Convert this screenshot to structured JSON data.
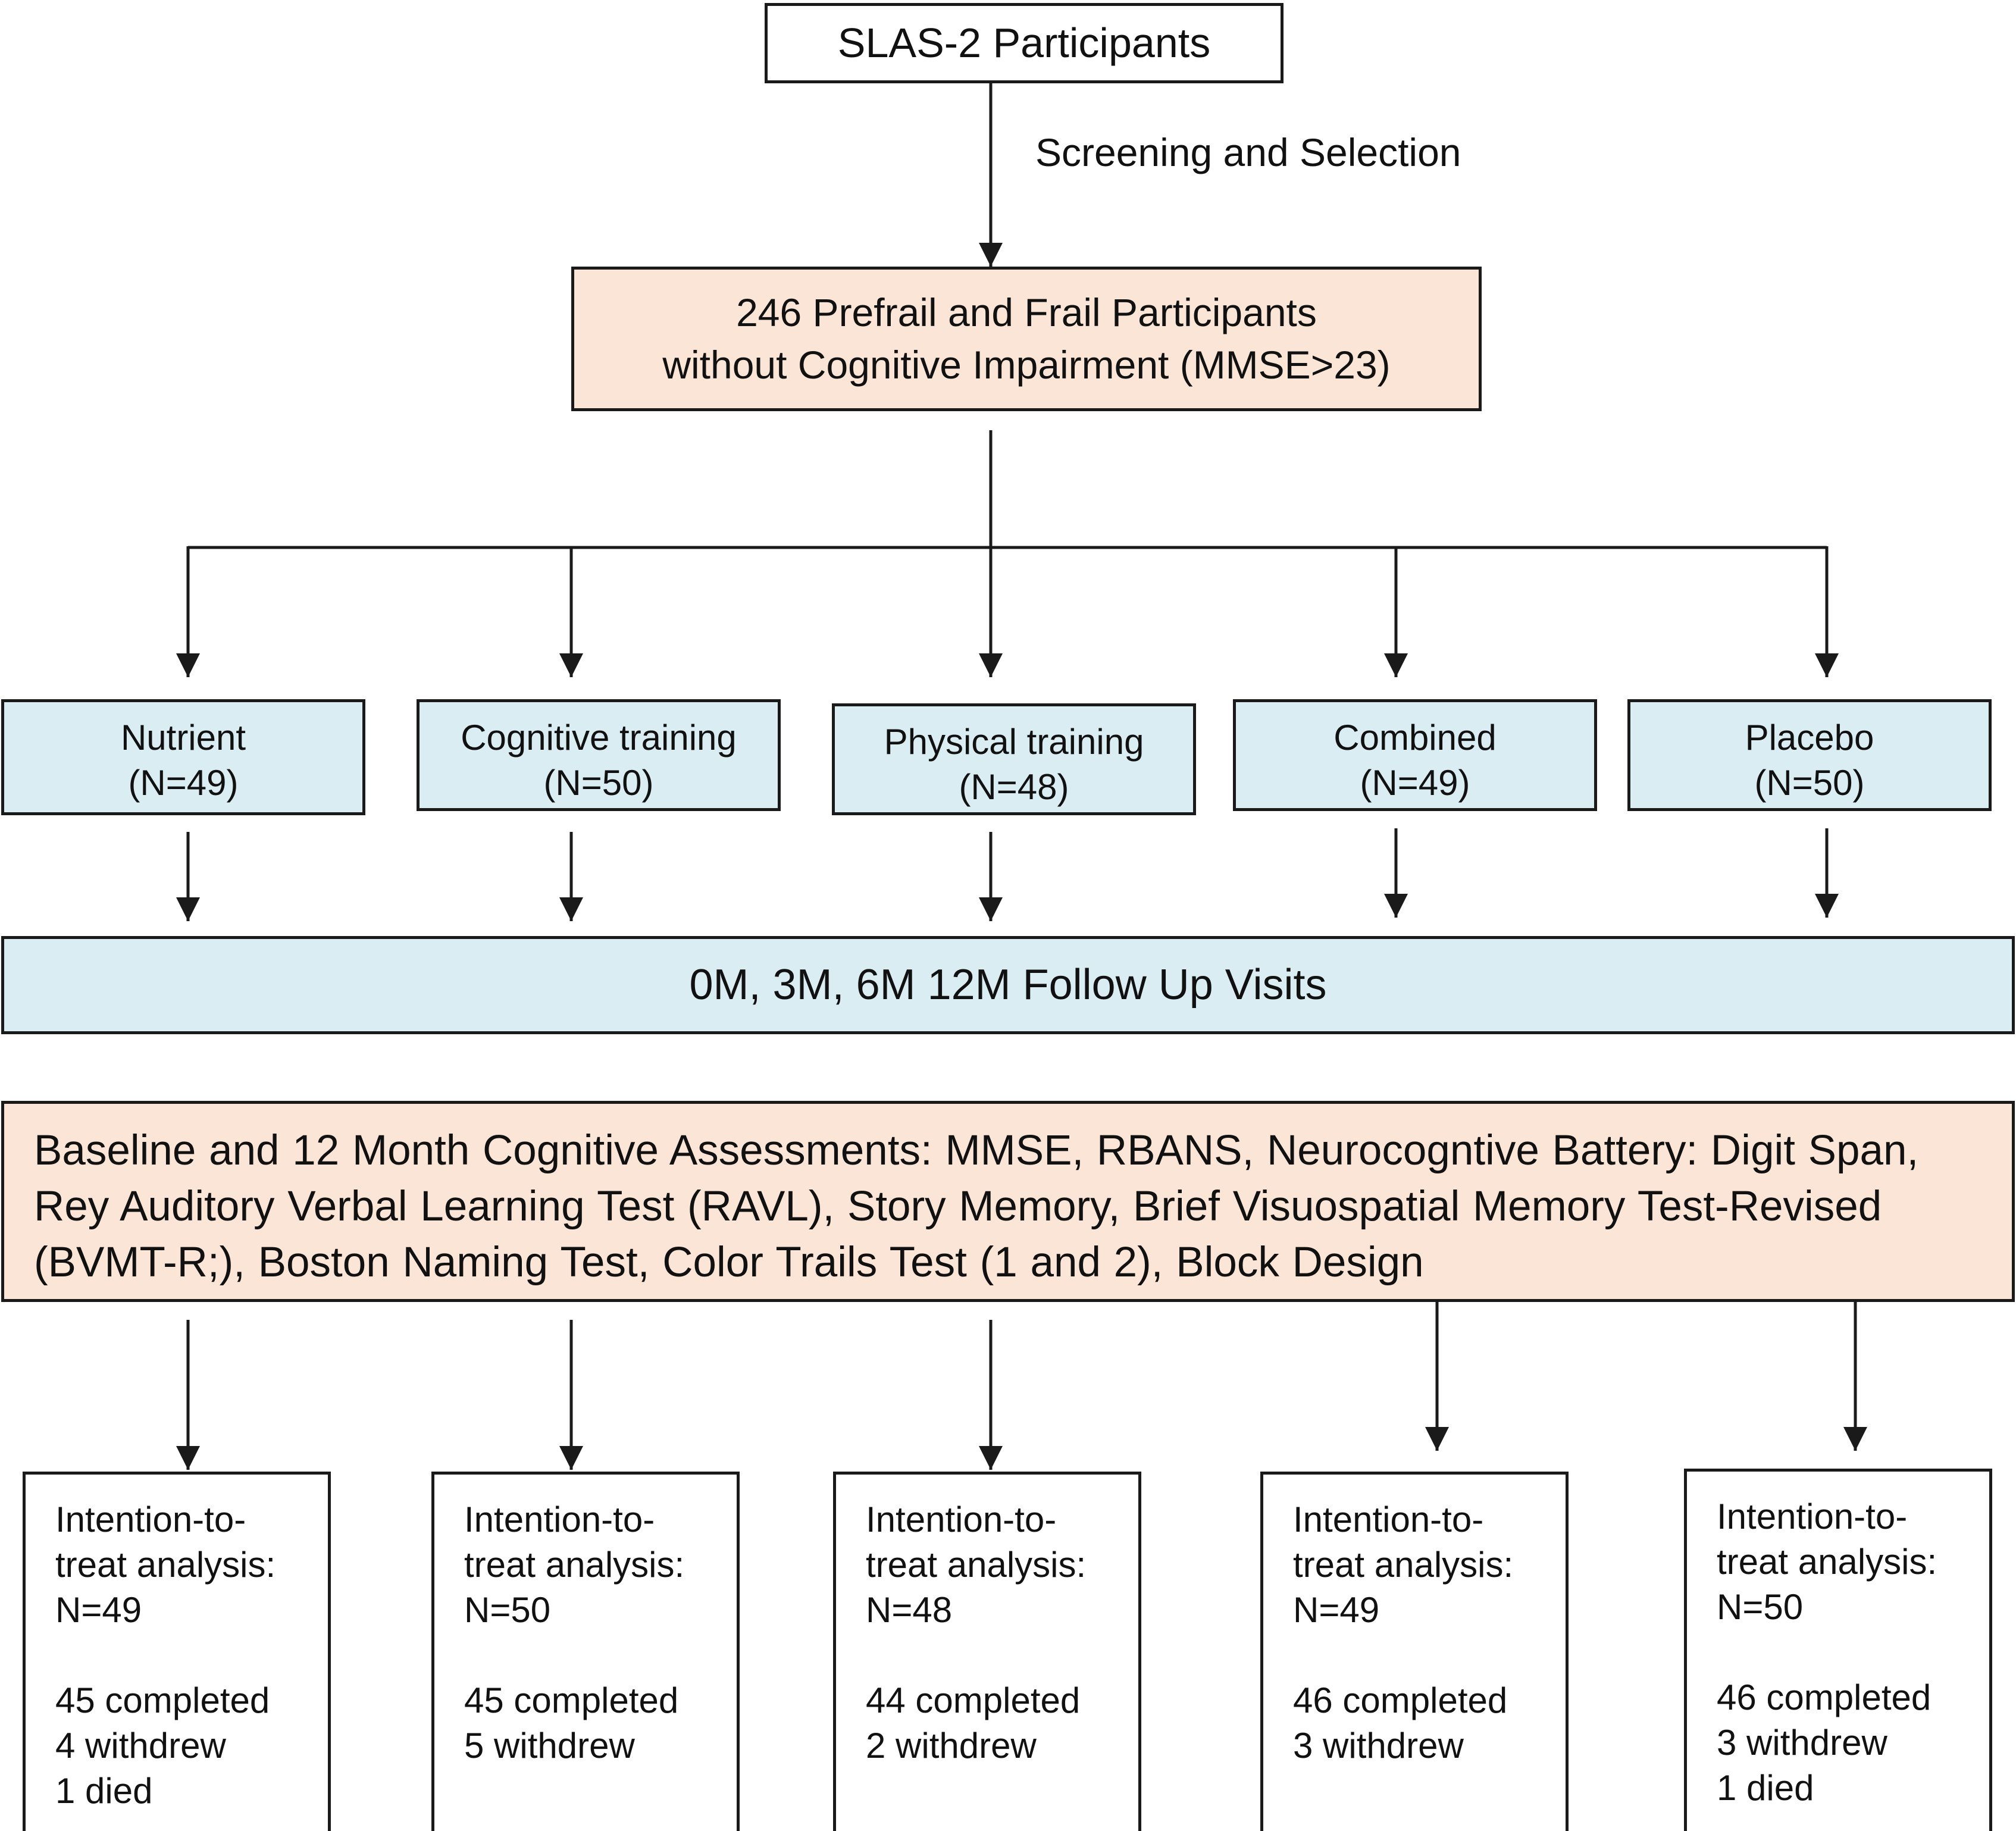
{
  "top": {
    "title": "SLAS-2 Participants",
    "screening_label": "Screening and Selection"
  },
  "eligible": {
    "line1": "246 Prefrail and Frail Participants",
    "line2": "without Cognitive Impairment (MMSE>23)"
  },
  "arms": [
    {
      "name": "Nutrient",
      "n": "(N=49)"
    },
    {
      "name": "Cognitive training",
      "n": "(N=50)"
    },
    {
      "name": "Physical training",
      "n": "(N=48)"
    },
    {
      "name": "Combined",
      "n": "(N=49)"
    },
    {
      "name": "Placebo",
      "n": "(N=50)"
    }
  ],
  "followup": "0M, 3M, 6M 12M Follow Up Visits",
  "assessment": "Baseline and 12 Month Cognitive Assessments: MMSE, RBANS, Neurocogntive Battery: Digit Span, Rey Auditory Verbal Learning Test (RAVL), Story Memory, Brief Visuospatial Memory Test-Revised (BVMT-R;), Boston Naming Test, Color Trails Test (1 and 2), Block Design",
  "results": [
    {
      "l1": "Intention-to-",
      "l2": "treat analysis:",
      "l3": "N=49",
      "l4": "45 completed",
      "l5": "4 withdrew",
      "l6": "1 died"
    },
    {
      "l1": "Intention-to-",
      "l2": "treat analysis:",
      "l3": "N=50",
      "l4": "45 completed",
      "l5": "5 withdrew"
    },
    {
      "l1": "Intention-to-",
      "l2": "treat analysis:",
      "l3": "N=48",
      "l4": "44 completed",
      "l5": "2 withdrew"
    },
    {
      "l1": "Intention-to-",
      "l2": "treat analysis:",
      "l3": "N=49",
      "l4": "46 completed",
      "l5": "3 withdrew"
    },
    {
      "l1": "Intention-to-",
      "l2": "treat analysis:",
      "l3": "N=50",
      "l4": "46 completed",
      "l5": "3 withdrew",
      "l6": "1 died"
    }
  ]
}
